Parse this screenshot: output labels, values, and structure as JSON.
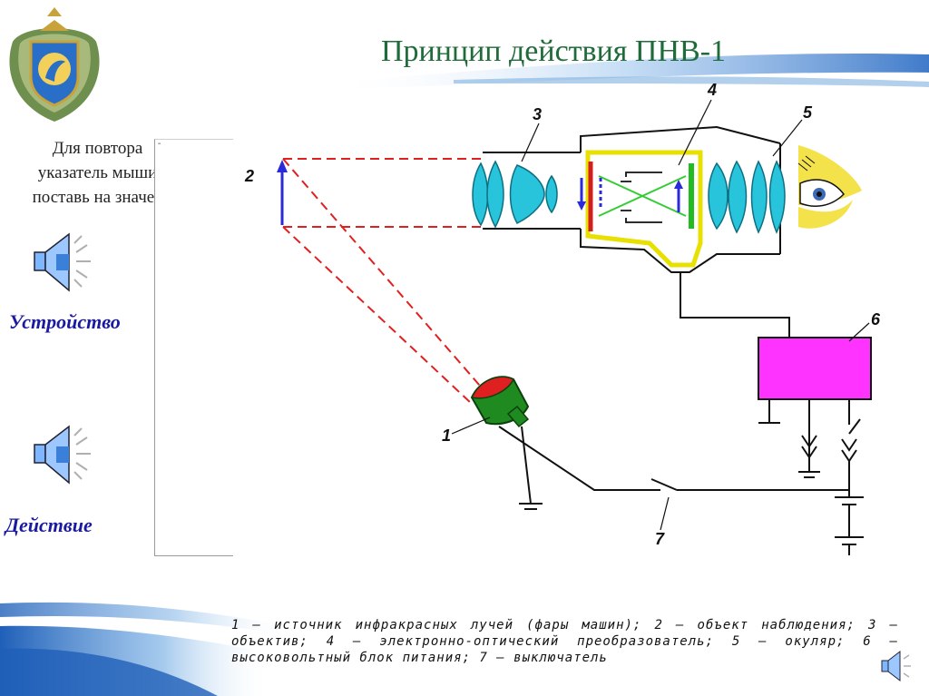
{
  "slide": {
    "title": "Принцип действия ПНВ-1"
  },
  "sidebar": {
    "hint_lines": [
      "Для повтора",
      "указатель мыши",
      "поставь на значек"
    ],
    "buttons": [
      {
        "label": "Устройство",
        "icon": "speaker-icon"
      },
      {
        "label": "Действие",
        "icon": "speaker-icon"
      }
    ]
  },
  "panel": {
    "marker": "≡"
  },
  "diagram": {
    "labels": {
      "source": "1",
      "object": "2",
      "objective": "3",
      "converter": "4",
      "eyepiece": "5",
      "power_unit": "6",
      "switch": "7"
    },
    "colors": {
      "beam": "#e02020",
      "lens": "#27c4dc",
      "converter_body": "#e8e000",
      "power_unit": "#ff33ff",
      "screen": "#22bb22",
      "source_body": "#1f8a1f",
      "object_arrow": "#2a2ad8"
    }
  },
  "legend": {
    "text": "1 — источник инфракрасных лучей (фары машин); 2 — объект наблюдения; 3 — объектив; 4 — электронно-оптический преобразователь; 5 — окуляр; 6 — высоковольтный блок питания; 7 — выключатель"
  },
  "colors": {
    "title": "#1f6b3a",
    "button_text": "#1a1aa0",
    "swoosh_blue": "#2b6cc4"
  }
}
